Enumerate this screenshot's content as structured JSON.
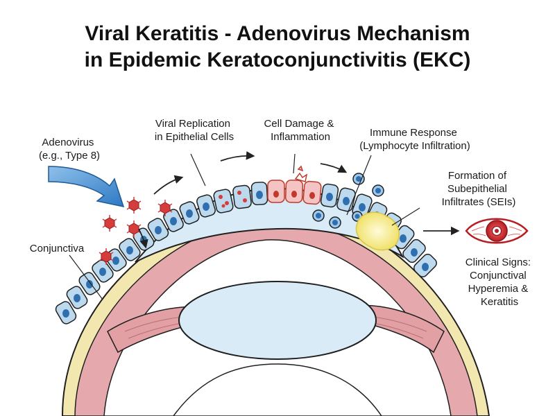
{
  "title": {
    "line1": "Viral Keratitis - Adenovirus Mechanism",
    "line2": "in Epidemic Keratoconjunctivitis (EKC)"
  },
  "labels": {
    "adenovirus": [
      "Adenovirus",
      "(e.g., Type 8)"
    ],
    "replication": [
      "Viral Replication",
      "in Epithelial Cells"
    ],
    "damage": [
      "Cell Damage &",
      "Inflammation"
    ],
    "immune": [
      "Immune Response",
      "(Lymphocyte Infiltration)"
    ],
    "seis": [
      "Formation of",
      "Subepithelial",
      "Infiltrates (SEIs)"
    ],
    "conjunctiva": [
      "Conjunctiva"
    ],
    "clinical": [
      "Clinical Signs:",
      "Conjunctival",
      "Hyperemia &",
      "Keratitis"
    ]
  },
  "colors": {
    "epithelium_cell": "#bcd9ee",
    "cell_nucleus": "#2f6fb0",
    "damaged_cell": "#f4c4c4",
    "damaged_outline": "#c0392b",
    "virus": "#d63c3c",
    "cornea": "#dcebf6",
    "ciliary_body": "#e3a0a4",
    "sclera_band": "#f1e6a6",
    "seis": "#f5ea8c",
    "big_arrow": "#3a87cf",
    "eye_iris": "#d8242c"
  }
}
